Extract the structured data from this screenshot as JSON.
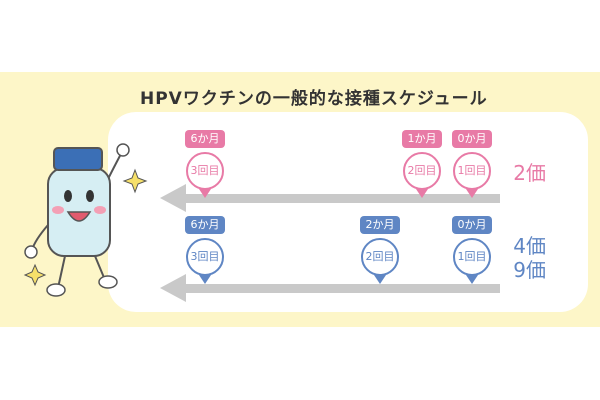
{
  "title": "HPVワクチンの一般的な接種スケジュール",
  "colors": {
    "bivalent": "#e87aa6",
    "quad": "#5f86c4",
    "arrow": "#c9c9c9",
    "band": "#fdf6c8"
  },
  "bivalent": {
    "label": "2価",
    "doses": [
      {
        "month": "6か月",
        "dose": "3回目"
      },
      {
        "month": "1か月",
        "dose": "2回目"
      },
      {
        "month": "0か月",
        "dose": "1回目"
      }
    ]
  },
  "quad": {
    "label_line1": "4価",
    "label_line2": "9価",
    "doses": [
      {
        "month": "6か月",
        "dose": "3回目"
      },
      {
        "month": "2か月",
        "dose": "2回目"
      },
      {
        "month": "0か月",
        "dose": "1回目"
      }
    ]
  },
  "mascot": {
    "icon": "vaccine-bottle-character-icon"
  }
}
